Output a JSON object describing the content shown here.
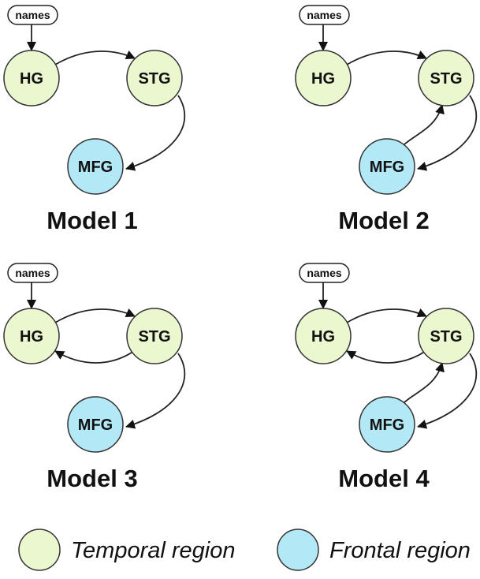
{
  "colors": {
    "temporal": "#EAF7CF",
    "frontal": "#B3E8F7",
    "stroke": "#333333",
    "text": "#111111"
  },
  "input_label": "names",
  "models": [
    {
      "title": "Model 1",
      "nodes": [
        {
          "label": "HG",
          "region": "temporal"
        },
        {
          "label": "STG",
          "region": "temporal"
        },
        {
          "label": "MFG",
          "region": "frontal"
        }
      ],
      "connections": [
        "HG→STG",
        "STG→MFG"
      ]
    },
    {
      "title": "Model 2",
      "nodes": [
        {
          "label": "HG",
          "region": "temporal"
        },
        {
          "label": "STG",
          "region": "temporal"
        },
        {
          "label": "MFG",
          "region": "frontal"
        }
      ],
      "connections": [
        "HG→STG",
        "STG→MFG",
        "MFG→STG"
      ]
    },
    {
      "title": "Model 3",
      "nodes": [
        {
          "label": "HG",
          "region": "temporal"
        },
        {
          "label": "STG",
          "region": "temporal"
        },
        {
          "label": "MFG",
          "region": "frontal"
        }
      ],
      "connections": [
        "HG→STG",
        "STG→HG",
        "STG→MFG"
      ]
    },
    {
      "title": "Model 4",
      "nodes": [
        {
          "label": "HG",
          "region": "temporal"
        },
        {
          "label": "STG",
          "region": "temporal"
        },
        {
          "label": "MFG",
          "region": "frontal"
        }
      ],
      "connections": [
        "HG→STG",
        "STG→HG",
        "STG→MFG",
        "MFG→STG"
      ]
    }
  ],
  "legend": [
    {
      "label": "Temporal region",
      "region": "temporal"
    },
    {
      "label": "Frontal region",
      "region": "frontal"
    }
  ]
}
